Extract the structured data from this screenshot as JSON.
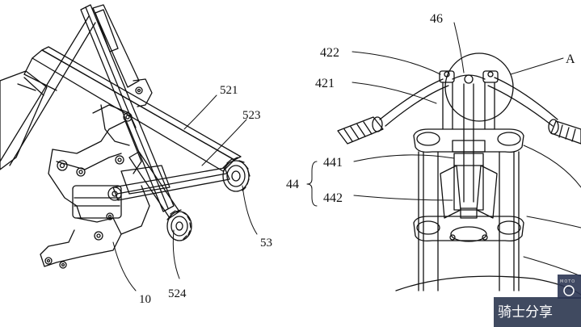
{
  "left_figure": {
    "labels": {
      "l521": "521",
      "l523": "523",
      "l53": "53",
      "l524": "524",
      "l10": "10"
    }
  },
  "right_figure": {
    "labels": {
      "l46": "46",
      "l422": "422",
      "l421": "421",
      "lA": "A",
      "l44": "44",
      "l441": "441",
      "l442": "442"
    }
  },
  "watermark": {
    "text": "骑士分享",
    "small": "MOTO",
    "color": "#1f2a44"
  },
  "colors": {
    "ink": "#111111",
    "background": "#ffffff"
  }
}
